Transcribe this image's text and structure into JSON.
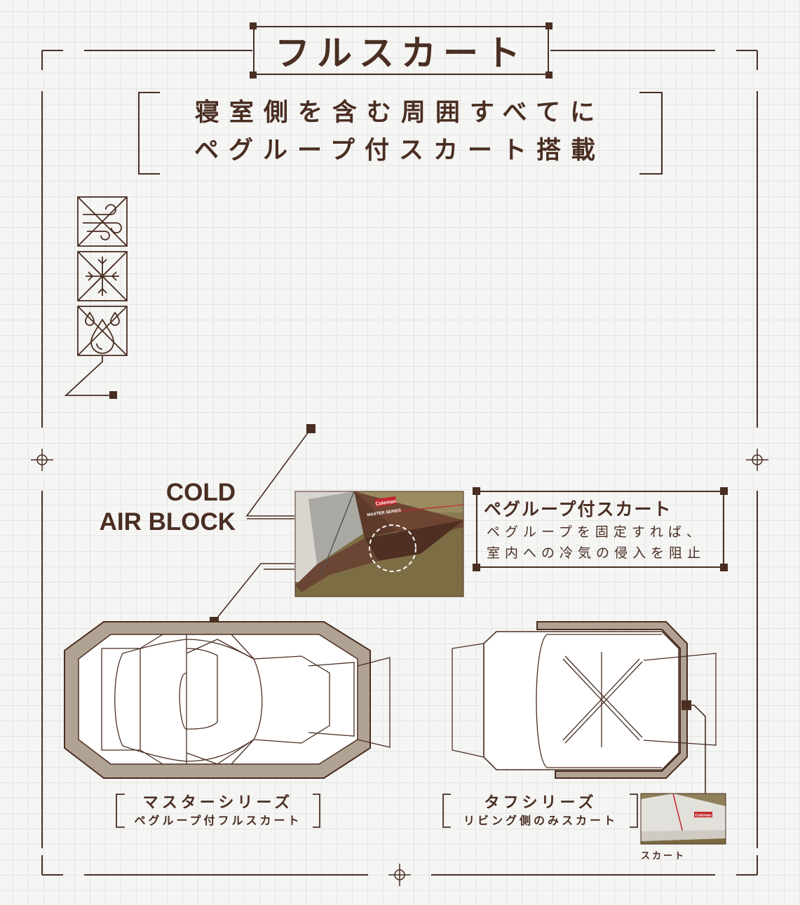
{
  "header": {
    "title": "フルスカート"
  },
  "subtitle": {
    "line1": "寝室側を含む周囲すべてに",
    "line2": "ペグループ付スカート搭載"
  },
  "feature_icons": [
    "wind-icon",
    "snowflake-icon",
    "water-drop-icon"
  ],
  "callout": {
    "line1": "COLD",
    "line2": "AIR BLOCK"
  },
  "info_box": {
    "title": "ペグループ付スカート",
    "line1": "ペグループを固定すれば、",
    "line2": "室内への冷気の侵入を阻止"
  },
  "photo_main": {
    "brand": "Coleman",
    "series": "MASTER SERIES"
  },
  "caption_left": {
    "main": "マスターシリーズ",
    "sub": "ペグループ付フルスカート"
  },
  "caption_right": {
    "main": "タフシリーズ",
    "sub": "リビング側のみスカート"
  },
  "thumb": {
    "brand": "Coleman",
    "label": "スカート"
  },
  "colors": {
    "ink": "#4a2e22",
    "skirt": "#b1a394",
    "background": "#f5f5f4",
    "grid": "#e4e4e2",
    "photo_fabric": "#d9d6cf",
    "photo_skirt": "#5d3a2a",
    "brand_red": "#c2272d"
  }
}
